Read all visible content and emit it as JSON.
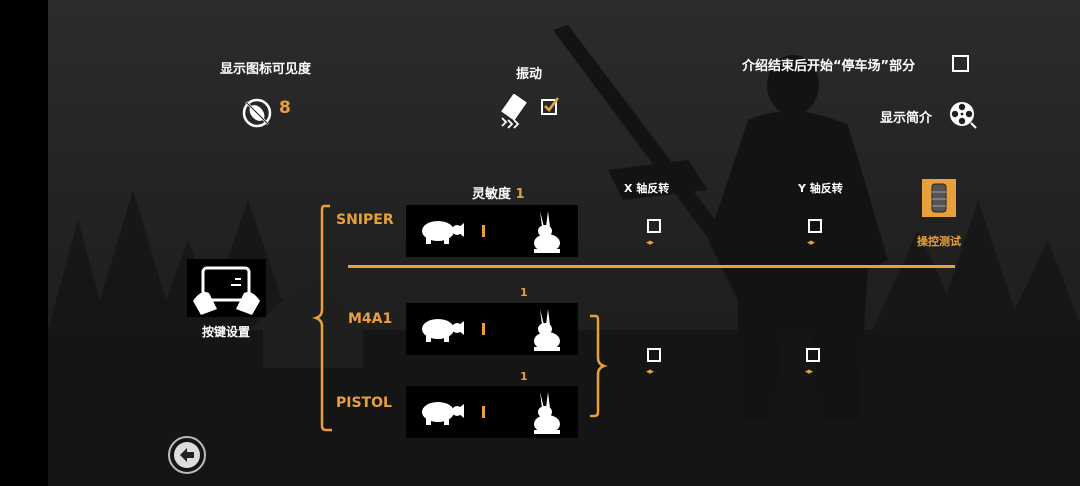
{
  "settings": {
    "icon_visibility_label": "显示图标可见度",
    "icon_visibility_value": "8",
    "vibration_label": "振动",
    "vibration_checked": true,
    "parking_lot_label": "介绍结束后开始“停车场”部分",
    "parking_lot_checked": false,
    "show_intro_label": "显示简介"
  },
  "controls": {
    "sensitivity_label": "灵敏度",
    "x_invert_label": "X 轴反转",
    "y_invert_label": "Y 轴反转",
    "control_test_label": "操控测试",
    "key_settings_label": "按键设置",
    "weapons": [
      {
        "name": "SNIPER",
        "sensitivity": "1"
      },
      {
        "name": "M4A1",
        "sensitivity": "1"
      },
      {
        "name": "PISTOL",
        "sensitivity": "1"
      }
    ]
  },
  "colors": {
    "accent": "#e8a03c",
    "background": "#1d1d1d"
  },
  "icons": [
    "eye-slash-icon",
    "phone-vibrate-icon",
    "film-reel-icon",
    "turtle-icon",
    "rabbit-icon",
    "tablet-hands-icon",
    "battery-icon",
    "back-arrow-icon"
  ]
}
